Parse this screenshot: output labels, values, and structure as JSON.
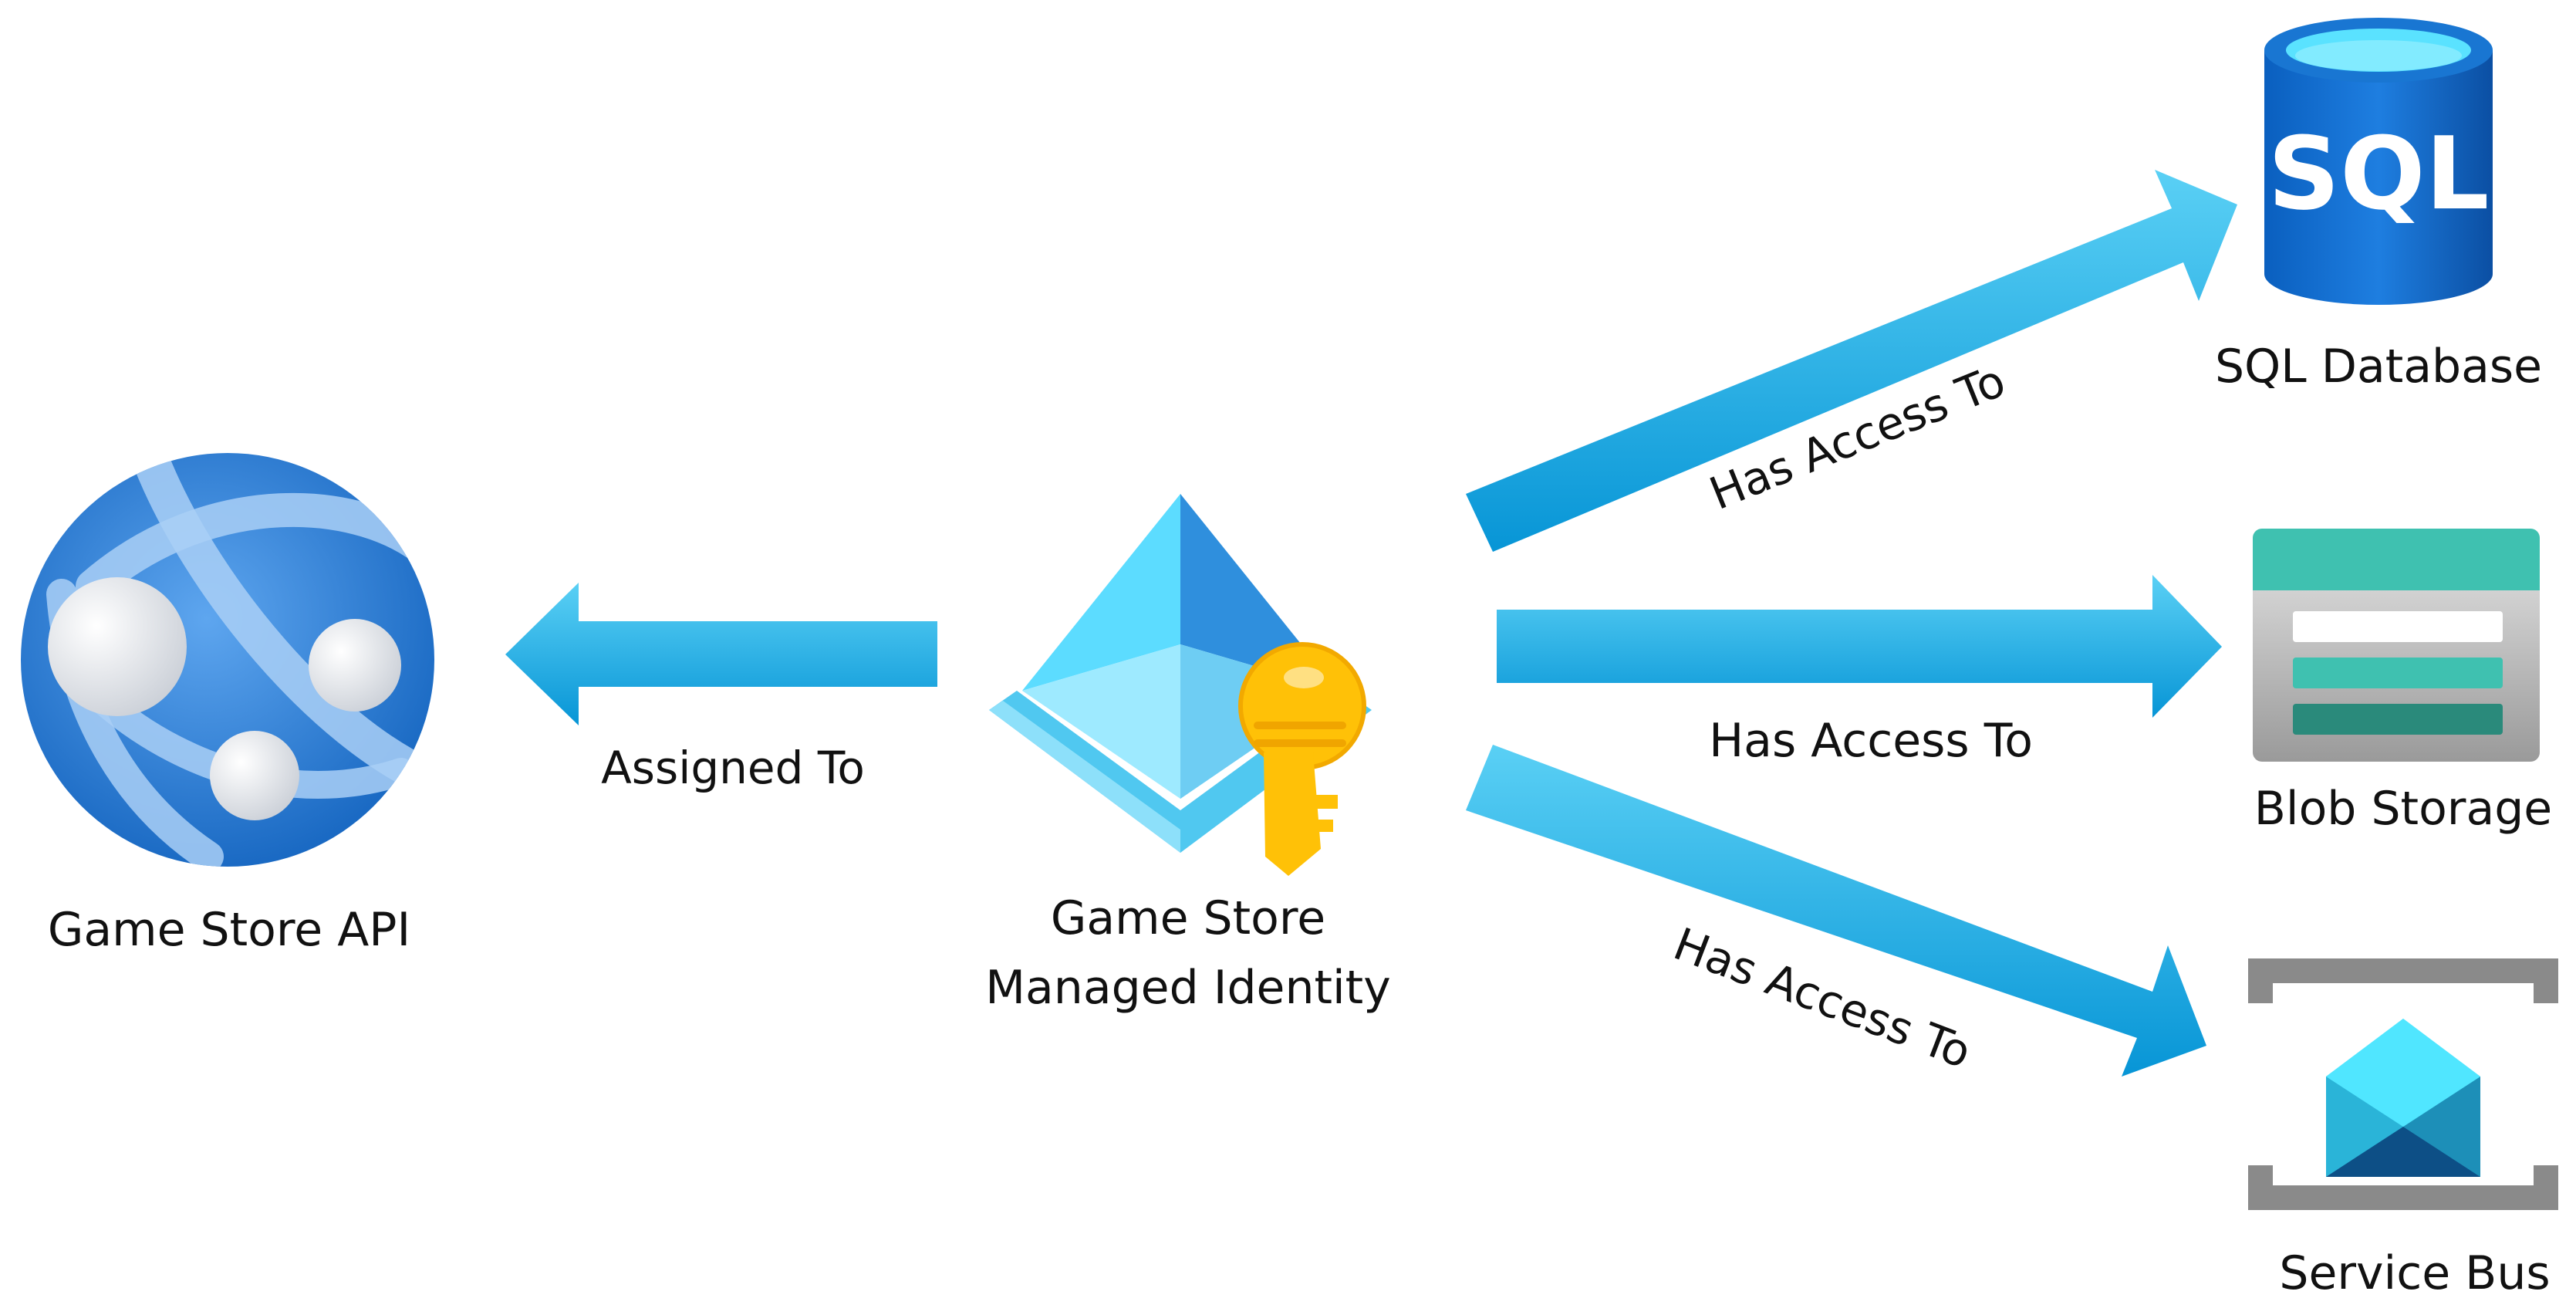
{
  "nodes": {
    "api": {
      "label": "Game Store API",
      "icon": "app-service-globe-icon"
    },
    "identity": {
      "label_line1": "Game Store",
      "label_line2": "Managed Identity",
      "icon": "managed-identity-key-icon"
    },
    "sql": {
      "label": "SQL Database",
      "icon_text": "SQL",
      "icon": "sql-database-icon"
    },
    "blob": {
      "label": "Blob Storage",
      "icon": "blob-storage-icon"
    },
    "bus": {
      "label": "Service Bus",
      "icon": "service-bus-icon"
    }
  },
  "edges": {
    "assigned": {
      "label": "Assigned To"
    },
    "to_sql": {
      "label": "Has Access To"
    },
    "to_blob": {
      "label": "Has Access To"
    },
    "to_bus": {
      "label": "Has Access To"
    }
  },
  "colors": {
    "arrow_light": "#3cc0ef",
    "arrow_dark": "#0a96d8",
    "azure_blue": "#1976d2",
    "identity_light": "#50e6ff",
    "key_yellow": "#ffca28",
    "storage_teal": "#3fc1b0",
    "storage_dark": "#2a8a7b",
    "bus_gray": "#8a8a8a"
  }
}
